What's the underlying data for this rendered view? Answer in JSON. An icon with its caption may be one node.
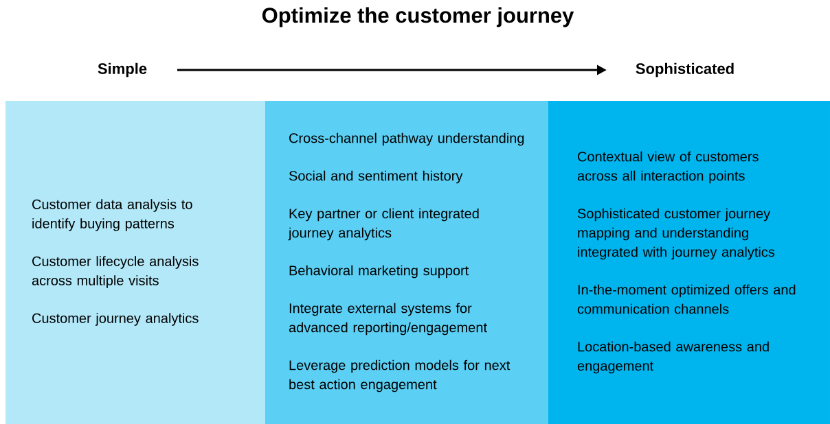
{
  "diagram": {
    "title": "Optimize the customer journey",
    "nodes": [
      {
        "text": [
          "Customer data analysis to identify buying patterns",
          "Customer lifecycle analysis across multiple visits",
          "Customer journey analytics"
        ]
      },
      {
        "text": [
          "Cross-channel pathway understanding",
          "Social and sentiment history",
          "Key partner or client integrated journey analytics",
          "Behavioral marketing support",
          "Integrate external systems for advanced reporting/engagement",
          "Leverage prediction models for next best action engagement"
        ]
      },
      {
        "text": [
          "Contextual view of customers across all interaction points",
          "Sophisticated customer journey mapping and understanding integrated with journey analytics",
          "In-the-moment optimized offers and communication channels",
          "Location-based awareness and engagement"
        ]
      }
    ],
    "labels": [
      "Simple",
      "Sophisticated"
    ]
  }
}
